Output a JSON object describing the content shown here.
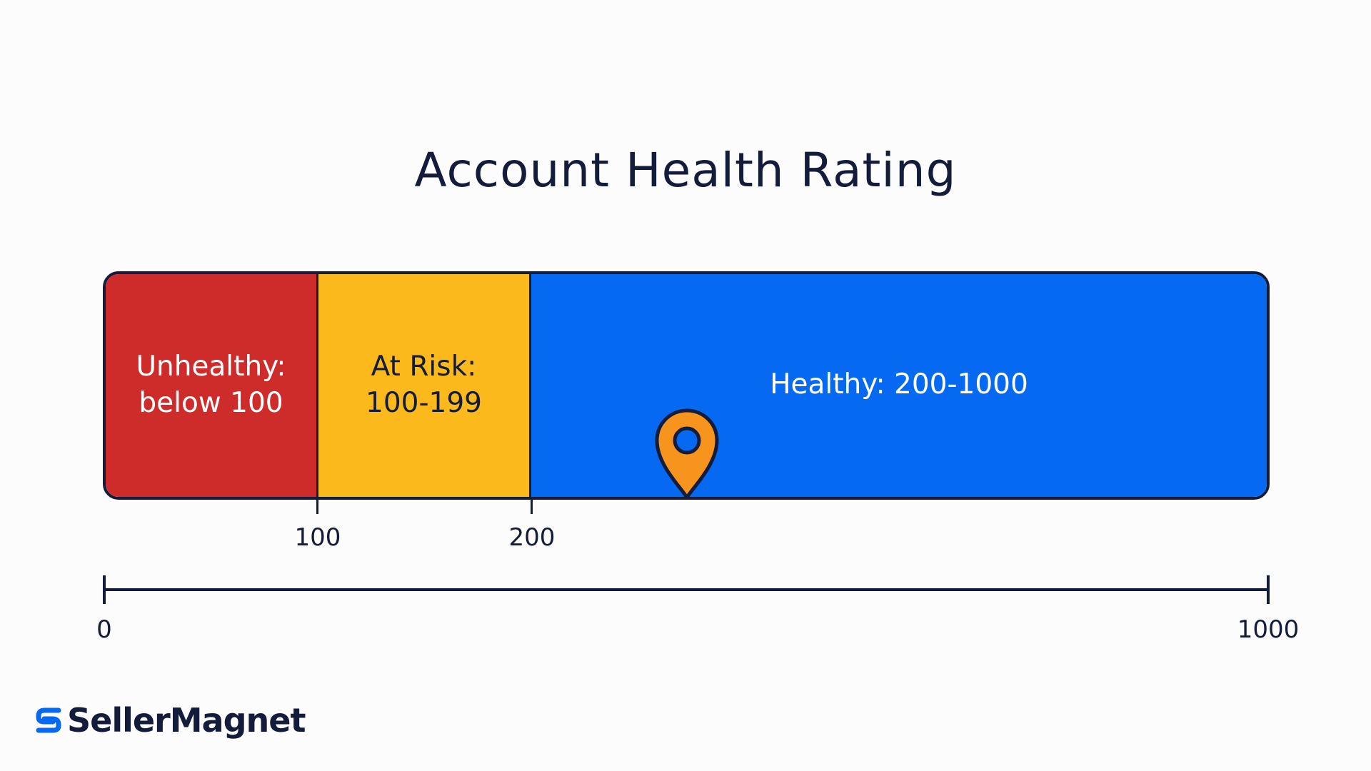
{
  "title": "Account Health Rating",
  "segments": [
    {
      "label": "Unhealthy:\nbelow 100",
      "range": [
        0,
        100
      ],
      "color": "#ce2b2b"
    },
    {
      "label": "At Risk:\n100-199",
      "range": [
        100,
        200
      ],
      "color": "#fbb91b"
    },
    {
      "label": "Healthy: 200-1000",
      "range": [
        200,
        1000
      ],
      "color": "#0669f2"
    }
  ],
  "thresholds": [
    "100",
    "200"
  ],
  "axis": {
    "min": "0",
    "max": "1000"
  },
  "marker": {
    "icon": "location-pin-icon",
    "color": "#f7941d"
  },
  "brand": {
    "name": "SellerMagnet",
    "icon": "sellermagnet-logo-icon",
    "color": "#0669f2"
  }
}
